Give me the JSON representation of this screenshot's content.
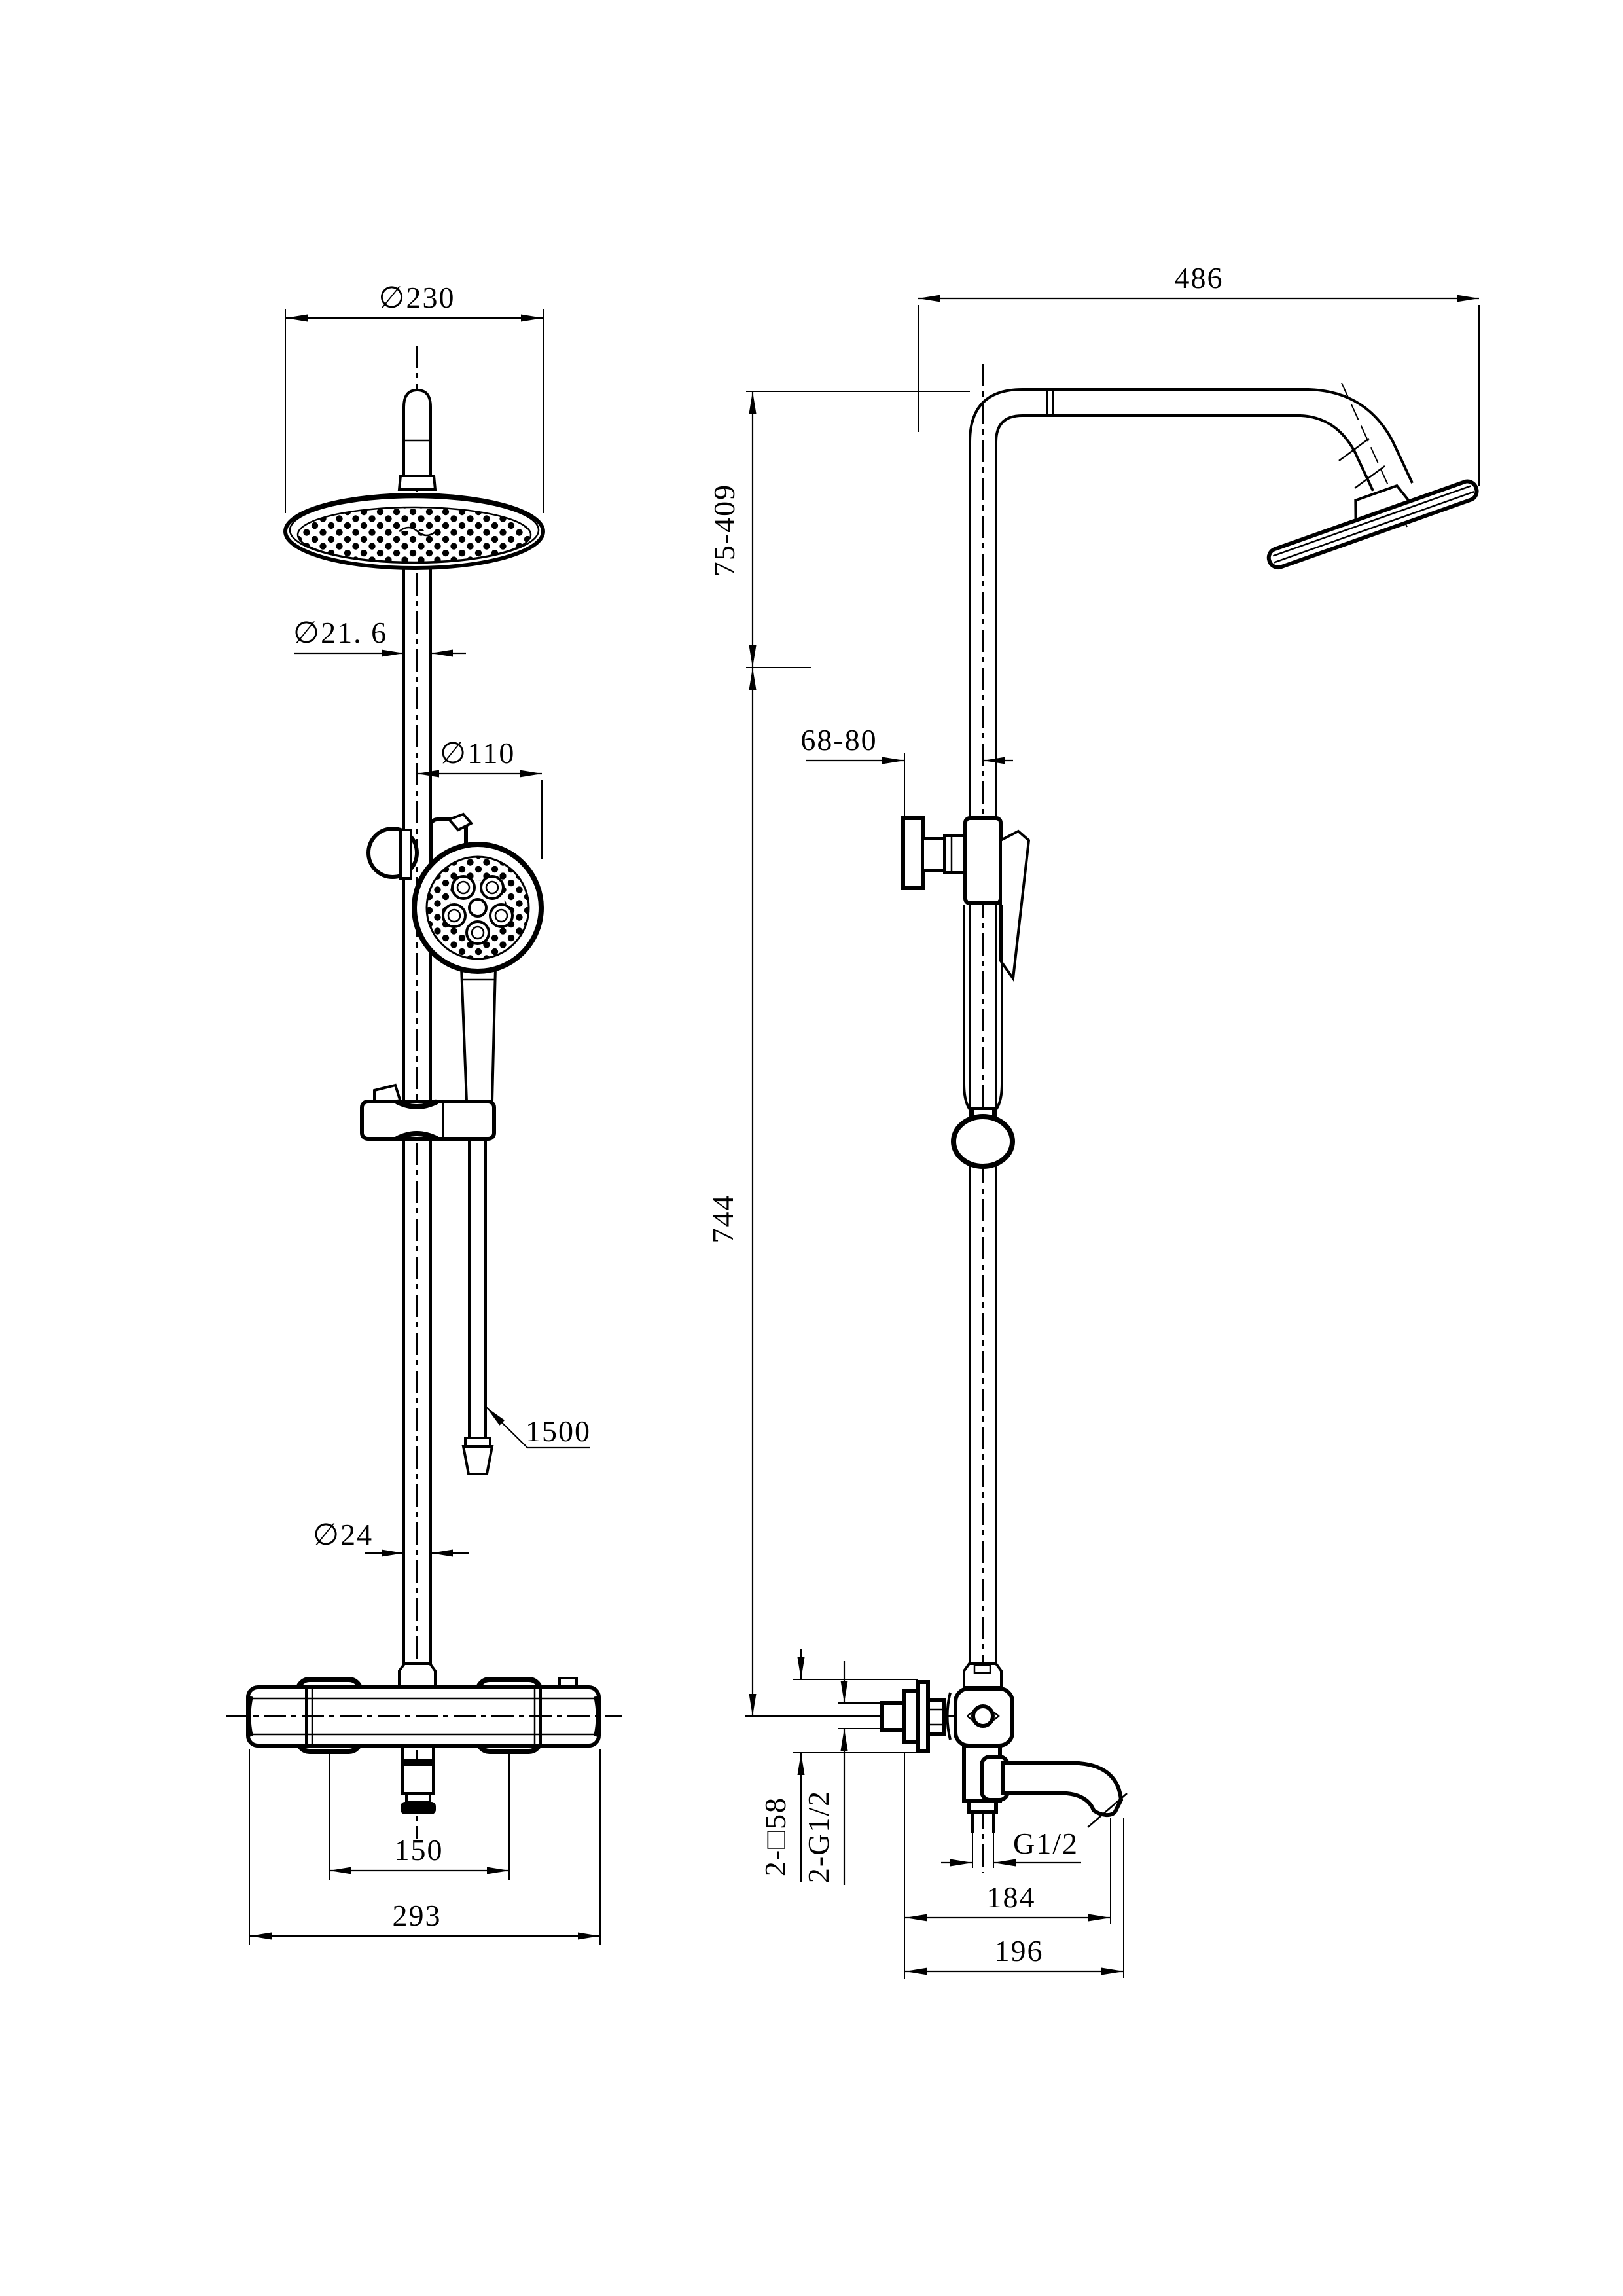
{
  "drawing": {
    "type": "technical-dimension-drawing",
    "subject": "thermostatic shower column with overhead shower, hand shower and tub spout",
    "line_color": "#000000",
    "background_color": "#ffffff",
    "views": {
      "front": {
        "dimensions": {
          "head_diameter": "∅230",
          "riser_pipe_diameter": "∅21. 6",
          "hand_shower_diameter": "∅110",
          "hose_length": "1500",
          "lower_pipe_diameter": "∅24",
          "inlet_spacing": "150",
          "valve_overall_width": "293"
        }
      },
      "side": {
        "dimensions": {
          "arm_reach": "486",
          "head_height_range": "75-409",
          "wall_clearance_range": "68-80",
          "riser_height": "744",
          "escutcheon_square": "2-□58",
          "inlet_thread": "2-G1/2",
          "hose_outlet_thread": "G1/2",
          "spout_reach": "184",
          "spout_overall_reach": "196"
        }
      }
    }
  }
}
